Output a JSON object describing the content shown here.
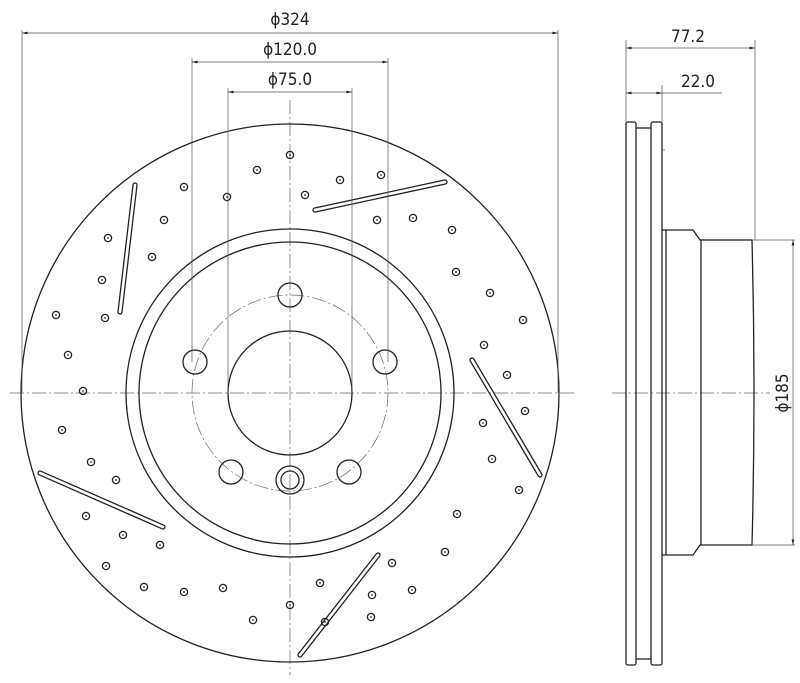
{
  "drawing": {
    "dimensions": {
      "outer_diameter": "ϕ324",
      "bolt_circle_diameter": "ϕ120.0",
      "center_bore_diameter": "ϕ75.0",
      "overall_height": "77.2",
      "disc_thickness": "22.0",
      "hat_diameter": "ϕ185"
    },
    "line_color": "#222222"
  }
}
